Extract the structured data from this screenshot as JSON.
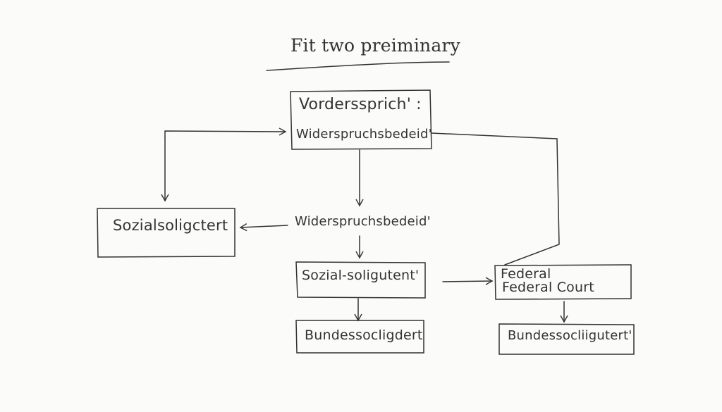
{
  "title": "Fit two preiminary",
  "top_box": {
    "line1": "Vordersspriсh' :",
    "line2": "Widerspruchsbedeid'"
  },
  "middle_label": "Widerspruchsbedeid'",
  "left_box": {
    "label": "Sozialsoligctert"
  },
  "middle_box": {
    "label": "Sozial-soligutent'"
  },
  "bottom_left_box": {
    "label": "Bundessocligdert"
  },
  "right_box": {
    "line1": "Federal",
    "line2": "Federal  Court"
  },
  "bottom_right_box": {
    "label": "Bundessocliigutert'"
  }
}
